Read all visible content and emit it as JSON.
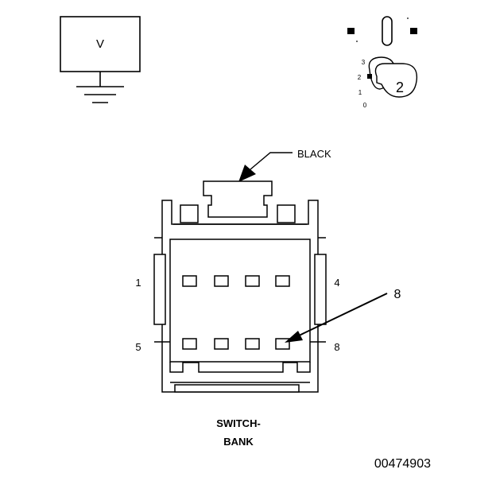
{
  "meter": {
    "mode_symbol": "V"
  },
  "selector_switch": {
    "positions": [
      "3",
      "2",
      "1",
      "0"
    ],
    "selected": "2"
  },
  "connector": {
    "color_label": "BLACK",
    "pin_labels": {
      "top_left": "1",
      "top_right": "4",
      "bottom_left": "5",
      "bottom_right": "8"
    },
    "callout_pin": "8",
    "name_line1": "SWITCH-",
    "name_line2": "BANK"
  },
  "figure_id": "00474903"
}
